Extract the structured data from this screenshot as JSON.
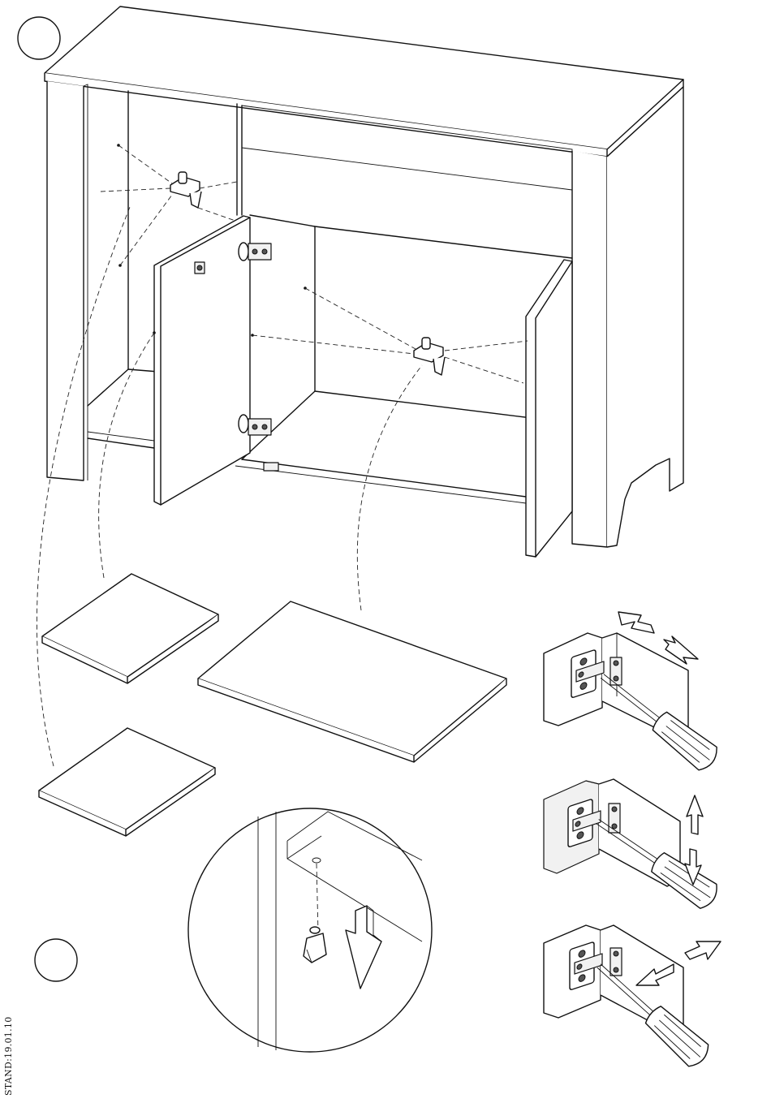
{
  "diagram": {
    "step_markers": [
      "",
      ""
    ],
    "stand_label": "STAND:19.01.10",
    "icons": {
      "cabinet": "sideboard-cabinet-illustration",
      "shelf_pin": "shelf-support-pin",
      "hinge": "concealed-cup-hinge",
      "screwdriver": "phillips-screwdriver",
      "arrow": "adjustment-arrow"
    },
    "hinge_adjustments": [
      "depth",
      "height",
      "side"
    ]
  }
}
